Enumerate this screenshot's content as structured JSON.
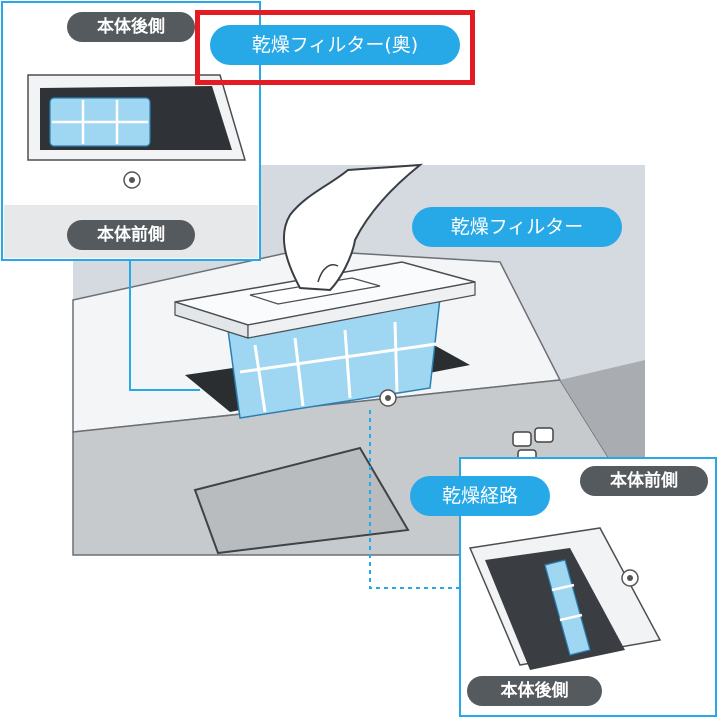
{
  "labels": {
    "top_rear": "本体後側",
    "top_front": "本体前側",
    "filter_back": "乾燥フィルター(奥)",
    "filter_main": "乾燥フィルター",
    "dry_path": "乾燥経路",
    "br_front": "本体前側",
    "br_rear": "本体後側"
  },
  "colors": {
    "accent_blue": "#27a9e8",
    "highlight_red": "#e51b24",
    "label_gray": "#555a5e",
    "filter_blue": "#9fd6f2"
  }
}
